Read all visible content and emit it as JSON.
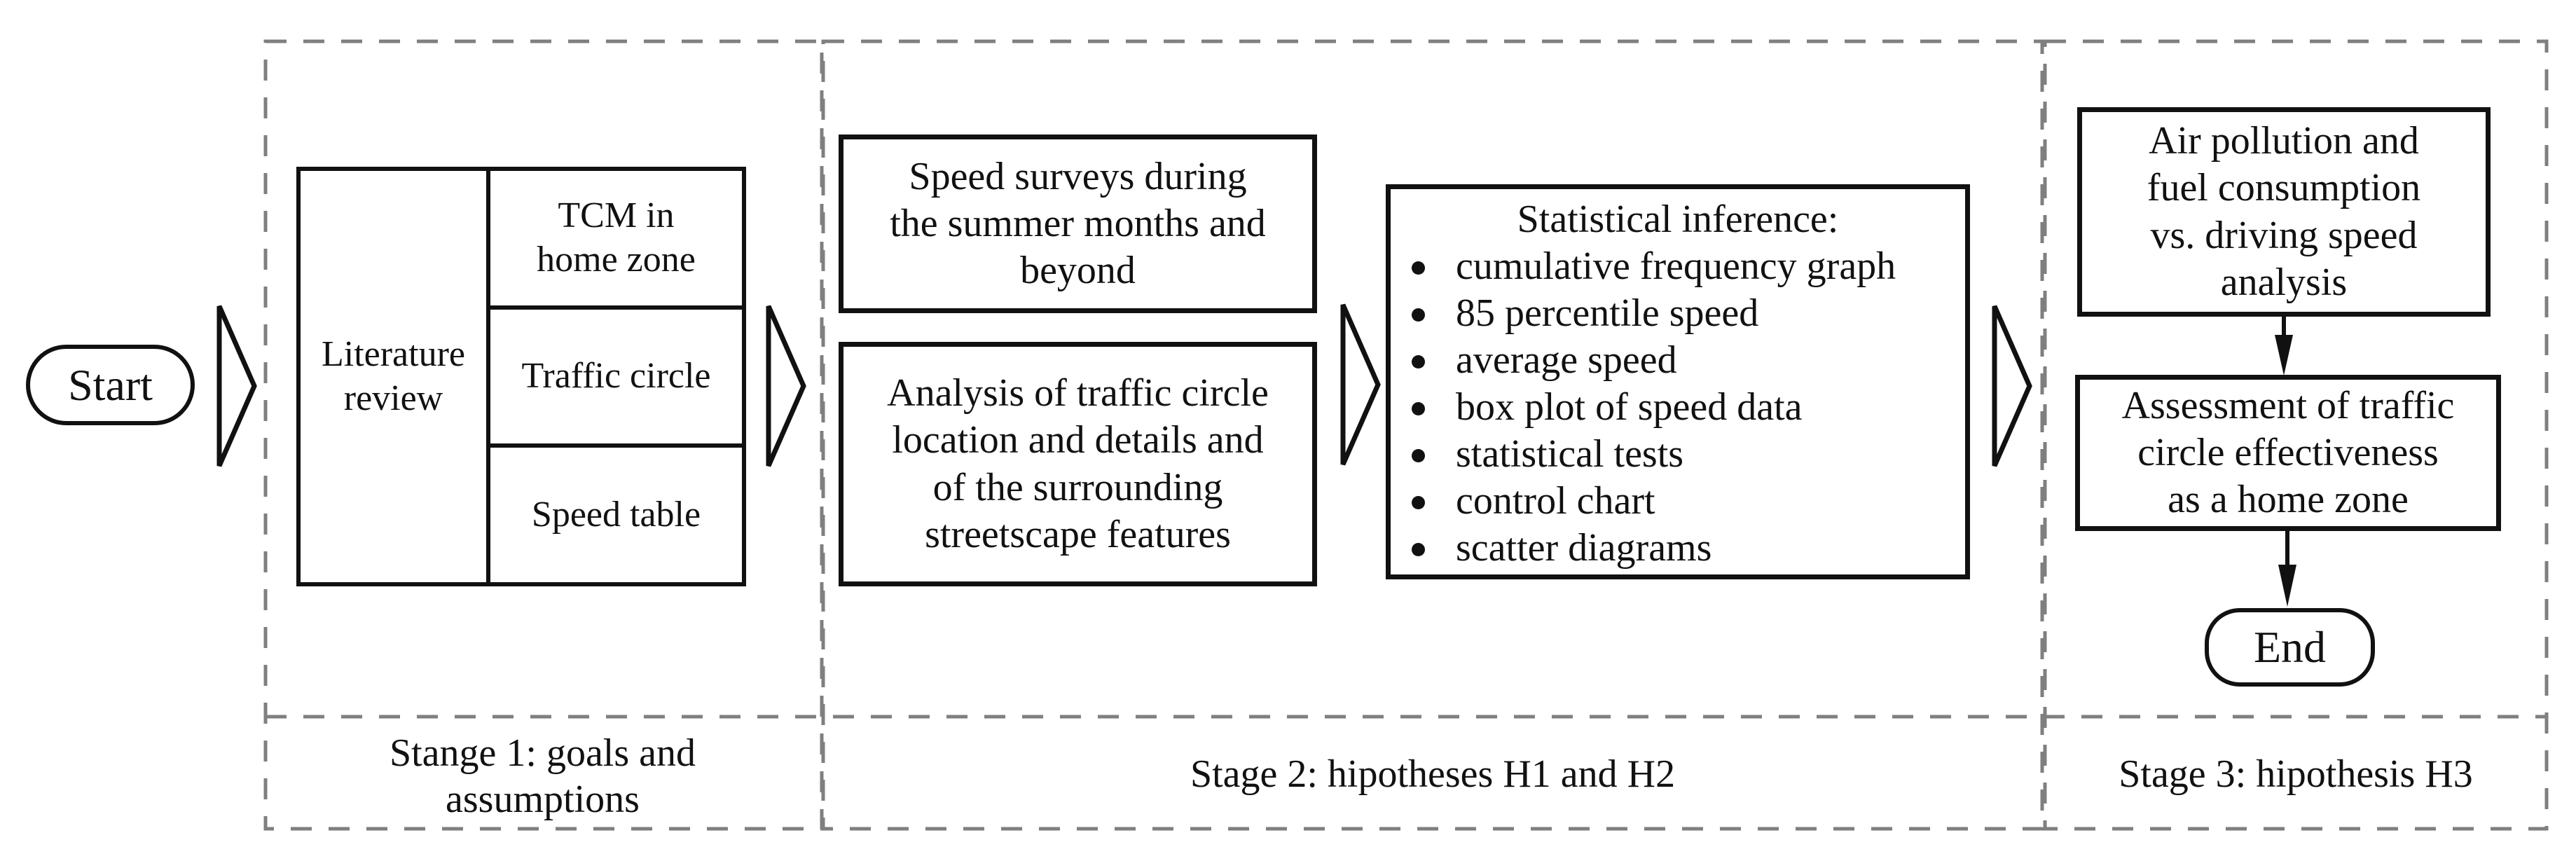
{
  "diagram": {
    "start_label": "Start",
    "end_label": "End",
    "stage1": {
      "label": "Stange 1: goals and\nassumptions",
      "literature_cell": "Literature\nreview",
      "topics": [
        "TCM in\nhome zone",
        "Traffic circle",
        "Speed table"
      ]
    },
    "stage2": {
      "label": "Stage 2: hipotheses H1 and H2",
      "surveys_box": "Speed surveys during\nthe summer months and\nbeyond",
      "analysis_box": "Analysis of traffic circle\nlocation and details and\nof the surrounding\nstreetscape features",
      "inference_title": "Statistical inference:",
      "inference_bullets": [
        "cumulative frequency graph",
        "85 percentile speed",
        "average speed",
        "box plot of speed data",
        "statistical tests",
        "control chart",
        "scatter diagrams"
      ]
    },
    "stage3": {
      "label": "Stage 3: hipothesis H3",
      "air_box": "Air pollution and\nfuel consumption\nvs. driving speed\nanalysis",
      "assessment_box": "Assessment of traffic\ncircle effectiveness\nas a home zone"
    },
    "colors": {
      "line_black": "#111111",
      "dashed_gray": "#7f7f7f",
      "background": "#ffffff"
    }
  }
}
